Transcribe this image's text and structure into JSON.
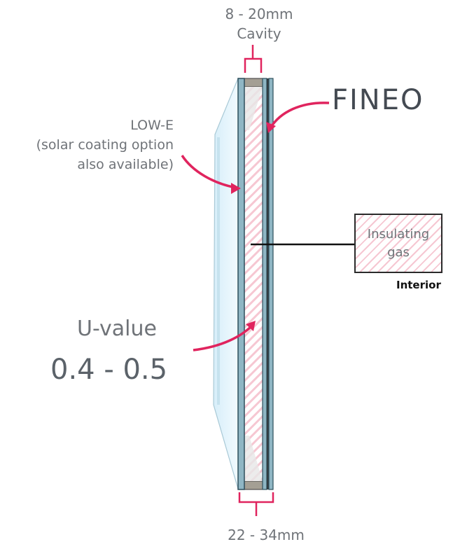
{
  "labels": {
    "cavity_range": "8 - 20mm",
    "cavity": "Cavity",
    "low_e": "LOW-E",
    "low_e_note_1": "(solar coating option",
    "low_e_note_2": "also available)",
    "u_value_title": "U-value",
    "u_value_range": "0.4 - 0.5",
    "total_thickness": "22 - 34mm"
  },
  "brand": {
    "name": "FINEO"
  },
  "callout": {
    "text": "Insulating\ngas",
    "side": "Interior"
  },
  "colors": {
    "arrow": "#e0245e",
    "glass": "#8fb6c4",
    "glass_edge": "#2e4f5c",
    "hatch": "#f6c7d2",
    "outer_pane": "#e4f3fb"
  },
  "icons": [
    "arrow-icon"
  ]
}
